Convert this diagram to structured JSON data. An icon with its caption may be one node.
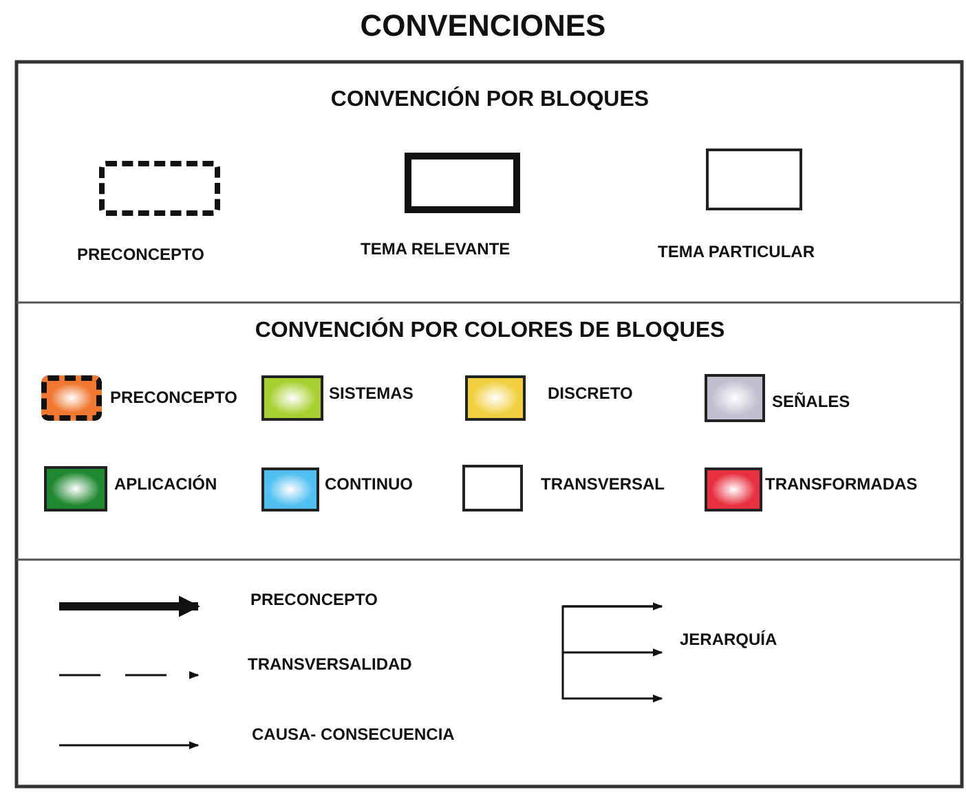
{
  "diagram": {
    "title": "CONVENCIONES",
    "labels": [
      "CONVENCIÓN POR BLOQUES",
      "CONVENCIÓN POR COLORES DE BLOQUES"
    ],
    "legend": [
      {
        "text": "PRECONCEPTO"
      },
      {
        "text": "TEMA RELEVANTE"
      },
      {
        "text": "TEMA PARTICULAR"
      },
      {
        "text": "PRECONCEPTO",
        "color": "#f07830"
      },
      {
        "text": "SISTEMAS",
        "color": "#a8d030"
      },
      {
        "text": "DISCRETO",
        "color": "#f0d040"
      },
      {
        "text": "SEÑALES",
        "color": "#c0c0d0"
      },
      {
        "text": "APLICACIÓN",
        "color": "#208830"
      },
      {
        "text": "CONTINUO",
        "color": "#50c0f0"
      },
      {
        "text": "TRANSVERSAL",
        "color": "#ffffff"
      },
      {
        "text": "TRANSFORMADAS",
        "color": "#e83040"
      },
      {
        "text": "PRECONCEPTO"
      },
      {
        "text": "TRANSVERSALIDAD"
      },
      {
        "text": "CAUSA- CONSECUENCIA"
      },
      {
        "text": "JERARQUÍA"
      }
    ]
  }
}
